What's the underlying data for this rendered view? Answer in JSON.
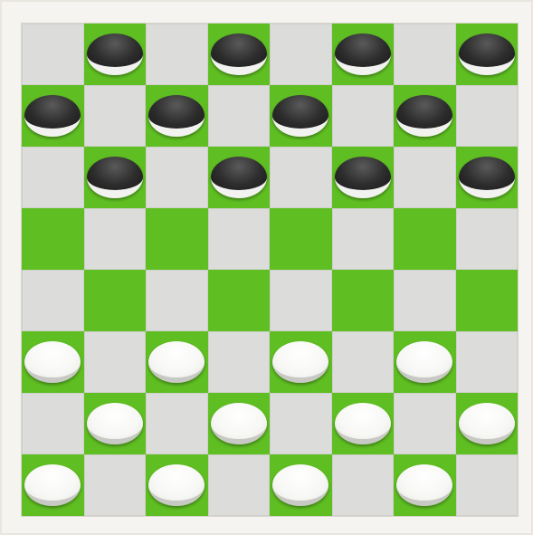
{
  "game": "checkers",
  "colors": {
    "dark_square": "#5fbf22",
    "light_square": "#dcdcda",
    "black_piece": "#2d2d2d",
    "white_piece": "#f7f7f5"
  },
  "board": [
    [
      "",
      "b",
      "",
      "b",
      "",
      "b",
      "",
      "b"
    ],
    [
      "b",
      "",
      "b",
      "",
      "b",
      "",
      "b",
      ""
    ],
    [
      "",
      "b",
      "",
      "b",
      "",
      "b",
      "",
      "b"
    ],
    [
      "",
      "",
      "",
      "",
      "",
      "",
      "",
      ""
    ],
    [
      "",
      "",
      "",
      "",
      "",
      "",
      "",
      ""
    ],
    [
      "w",
      "",
      "w",
      "",
      "w",
      "",
      "w",
      ""
    ],
    [
      "",
      "w",
      "",
      "w",
      "",
      "w",
      "",
      "w"
    ],
    [
      "w",
      "",
      "w",
      "",
      "w",
      "",
      "w",
      ""
    ]
  ]
}
